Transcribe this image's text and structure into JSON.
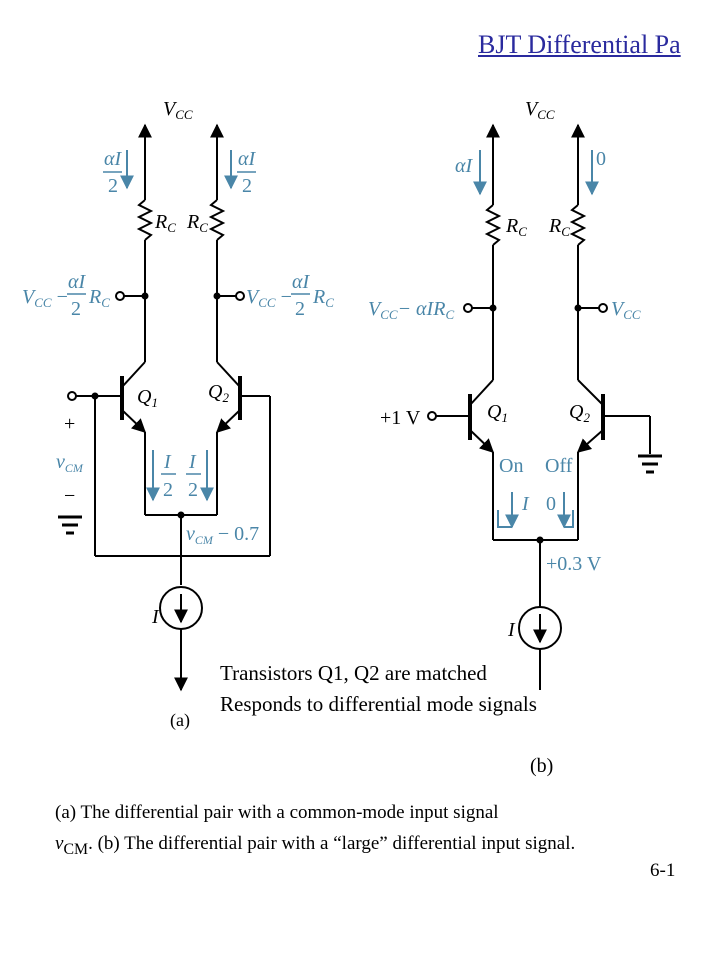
{
  "slide": {
    "title": "BJT Differential Pa",
    "page_number": "6-1"
  },
  "colors": {
    "annotation_blue": "#4a86a8",
    "title_blue": "#2a2a9e"
  },
  "circuit_a": {
    "supply": "V",
    "supply_sub": "CC",
    "left_current_num": "αI",
    "left_current_den": "2",
    "right_current_num": "αI",
    "right_current_den": "2",
    "resistor": "R",
    "resistor_sub": "C",
    "left_node_prefix": "V",
    "left_node_sub": "CC",
    "left_node_minus": "−",
    "left_node_frac_num": "αI",
    "left_node_frac_den": "2",
    "left_node_r": "R",
    "left_node_r_sub": "C",
    "q1": "Q",
    "q1_sub": "1",
    "q2": "Q",
    "q2_sub": "2",
    "plus": "+",
    "minus": "−",
    "vcm": "v",
    "vcm_sub": "CM",
    "tail_num": "I",
    "tail_den": "2",
    "emitter_node": "v",
    "emitter_node_sub": "CM",
    "emitter_node_suffix": "− 0.7",
    "source_label": "I",
    "figure_label": "(a)"
  },
  "circuit_b": {
    "supply": "V",
    "supply_sub": "CC",
    "left_current": "αI",
    "right_current": "0",
    "resistor": "R",
    "resistor_sub": "C",
    "left_node": "V",
    "left_node_sub": "CC",
    "left_node_suffix": "− αIR",
    "left_node_suffix_sub": "C",
    "right_node": "V",
    "right_node_sub": "CC",
    "input": "+1 V",
    "q1": "Q",
    "q1_sub": "1",
    "q2": "Q",
    "q2_sub": "2",
    "q1_state": "On",
    "q2_state": "Off",
    "tail_left": "I",
    "tail_right": "0",
    "emitter_node": "+0.3 V",
    "source_label": "I",
    "figure_label": "(b)"
  },
  "notes": {
    "line1": "Transistors Q1, Q2 are matched",
    "line2": "Responds to differential mode signals"
  },
  "caption": {
    "part1": " (a) The differential pair with a common-mode input signal",
    "v": "v",
    "v_sub": "CM",
    "part2": ".  (b) The differential pair with a “large” differential input signal."
  }
}
